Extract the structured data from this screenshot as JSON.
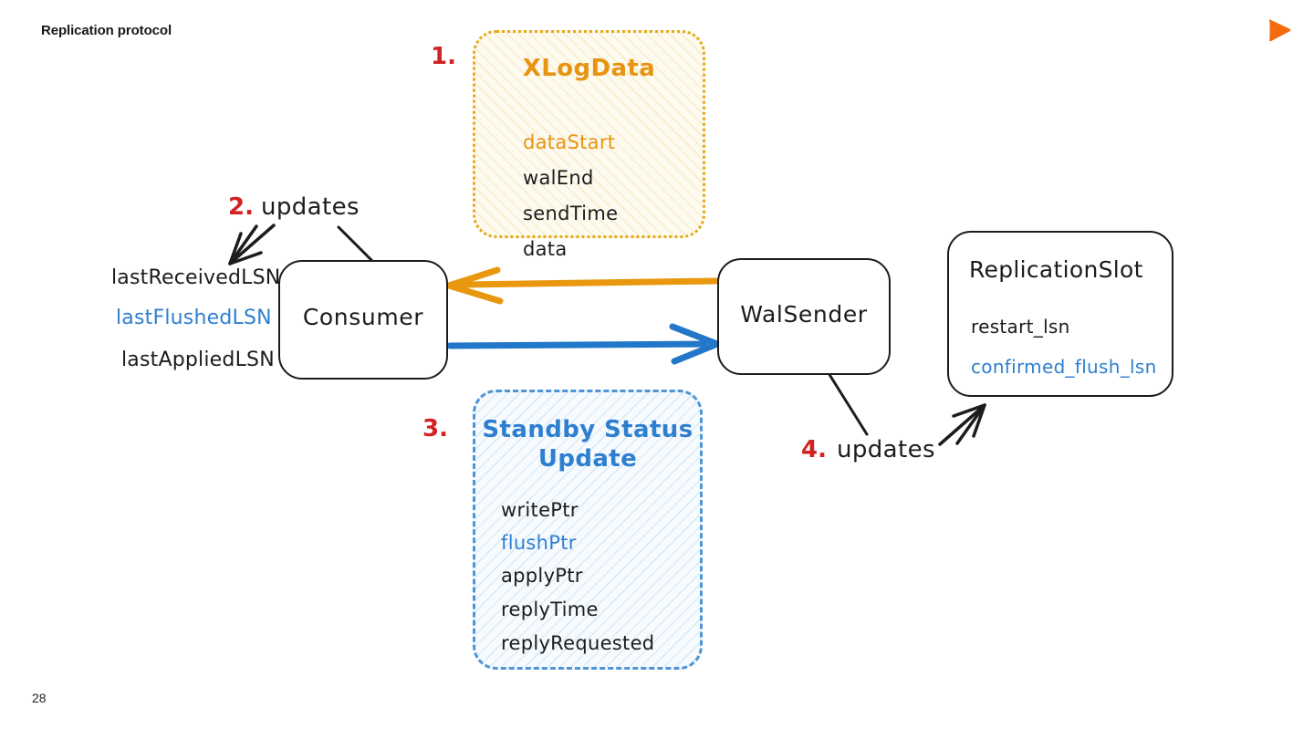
{
  "slide": {
    "title": "Replication protocol",
    "page_number": "28",
    "logo_name": "play-triangle-logo",
    "logo_color": "#f26c0d"
  },
  "colors": {
    "ink": "#1c1c1c",
    "orange": "#e89410",
    "blue": "#2f7fd0",
    "red": "#d32222",
    "arrow_orange": "#e8970f",
    "arrow_blue": "#2277c8"
  },
  "nodes": {
    "consumer": {
      "label": "Consumer"
    },
    "walsender": {
      "label": "WalSender"
    },
    "replication_slot": {
      "title": "ReplicationSlot",
      "fields": [
        {
          "text": "restart_lsn",
          "color": "black"
        },
        {
          "text": "confirmed_flush_lsn",
          "color": "blue"
        }
      ]
    }
  },
  "consumer_state": {
    "items": [
      {
        "text": "lastReceivedLSN",
        "color": "black"
      },
      {
        "text": "lastFlushedLSN",
        "color": "blue"
      },
      {
        "text": "lastAppliedLSN",
        "color": "black"
      }
    ]
  },
  "messages": {
    "xlogdata": {
      "step": "1.",
      "title": "XLogData",
      "fields": [
        {
          "text": "dataStart",
          "color": "orange"
        },
        {
          "text": "walEnd",
          "color": "black"
        },
        {
          "text": "sendTime",
          "color": "black"
        },
        {
          "text": "data",
          "color": "black"
        }
      ]
    },
    "standby_status_update": {
      "step": "3.",
      "title_line1": "Standby Status",
      "title_line2": "Update",
      "fields": [
        {
          "text": "writePtr",
          "color": "black"
        },
        {
          "text": "flushPtr",
          "color": "blue"
        },
        {
          "text": "applyPtr",
          "color": "black"
        },
        {
          "text": "replyTime",
          "color": "black"
        },
        {
          "text": "replyRequested",
          "color": "black"
        }
      ]
    }
  },
  "annotations": {
    "step2": {
      "num": "2.",
      "text": "updates"
    },
    "step4": {
      "num": "4.",
      "text": "updates"
    }
  }
}
